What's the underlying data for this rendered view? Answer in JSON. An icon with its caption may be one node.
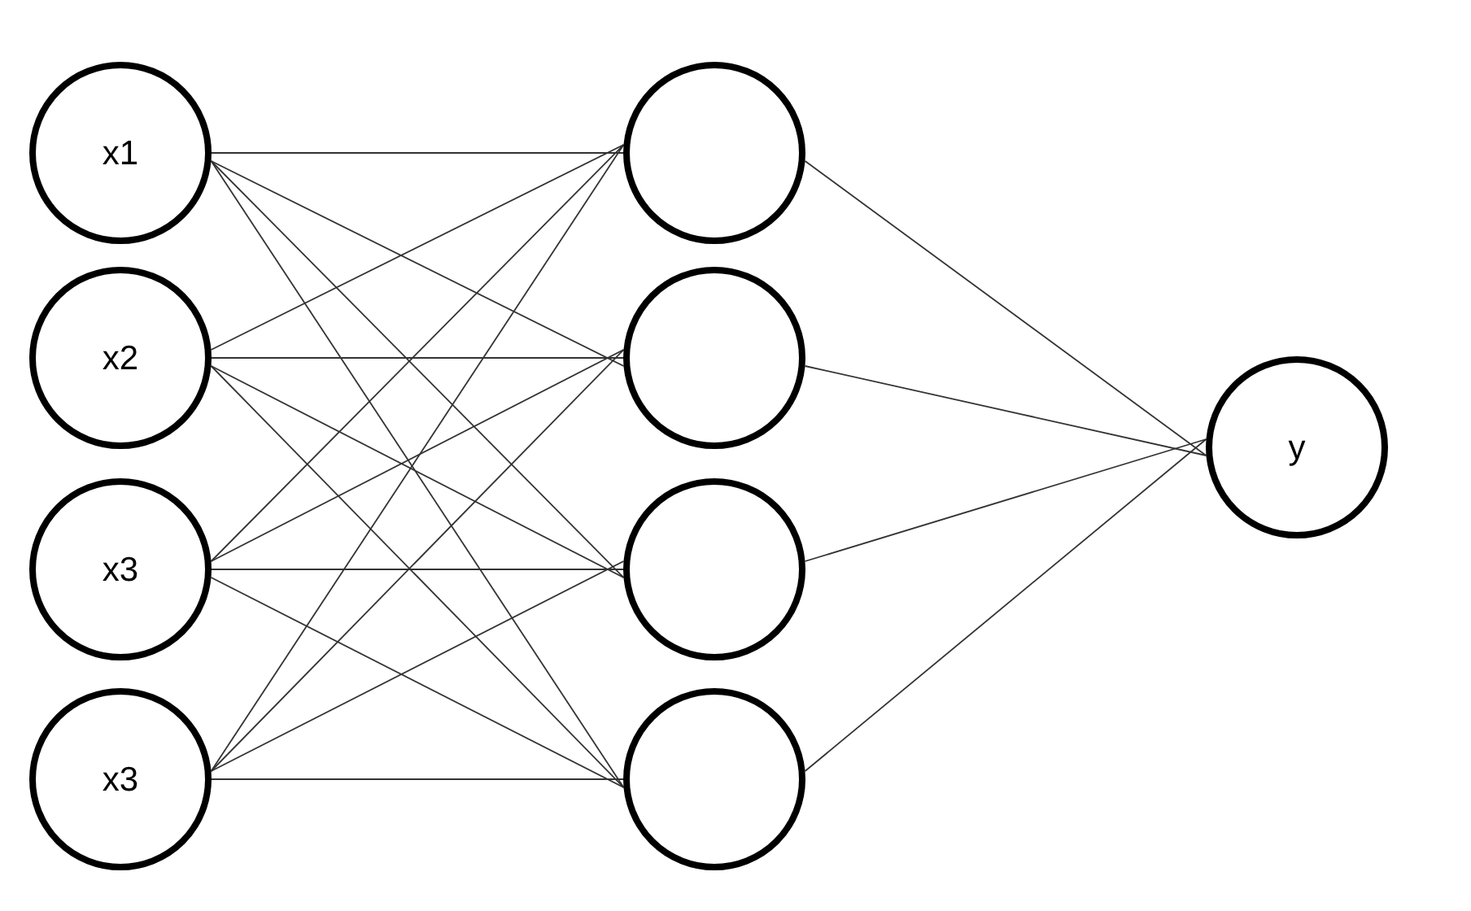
{
  "diagram": {
    "nodes": [
      {
        "text": [
          "x1"
        ]
      },
      {
        "text": [
          "x2"
        ]
      },
      {
        "text": [
          "x3"
        ]
      },
      {
        "text": [
          "x3"
        ]
      },
      {
        "text": [],
        "shape": "circle"
      },
      {
        "text": [],
        "shape": "circle"
      },
      {
        "text": [],
        "shape": "circle"
      },
      {
        "text": [],
        "shape": "circle"
      },
      {
        "text": [
          "y"
        ]
      }
    ],
    "edges": [
      {
        "from": 0,
        "to": 4,
        "arrow": "none"
      },
      {
        "from": 0,
        "to": 5,
        "arrow": "none"
      },
      {
        "from": 0,
        "to": 6,
        "arrow": "none"
      },
      {
        "from": 0,
        "to": 7,
        "arrow": "none"
      },
      {
        "from": 1,
        "to": 4,
        "arrow": "none"
      },
      {
        "from": 1,
        "to": 5,
        "arrow": "none"
      },
      {
        "from": 1,
        "to": 6,
        "arrow": "none"
      },
      {
        "from": 1,
        "to": 7,
        "arrow": "none"
      },
      {
        "from": 2,
        "to": 4,
        "arrow": "none"
      },
      {
        "from": 2,
        "to": 5,
        "arrow": "none"
      },
      {
        "from": 2,
        "to": 6,
        "arrow": "none"
      },
      {
        "from": 2,
        "to": 7,
        "arrow": "none"
      },
      {
        "from": 3,
        "to": 4,
        "arrow": "none"
      },
      {
        "from": 3,
        "to": 5,
        "arrow": "none"
      },
      {
        "from": 3,
        "to": 6,
        "arrow": "none"
      },
      {
        "from": 3,
        "to": 7,
        "arrow": "none"
      },
      {
        "from": 4,
        "to": 8,
        "arrow": "none"
      },
      {
        "from": 5,
        "to": 8,
        "arrow": "none"
      },
      {
        "from": 6,
        "to": 8,
        "arrow": "none"
      },
      {
        "from": 7,
        "to": 8,
        "arrow": "none"
      }
    ]
  }
}
